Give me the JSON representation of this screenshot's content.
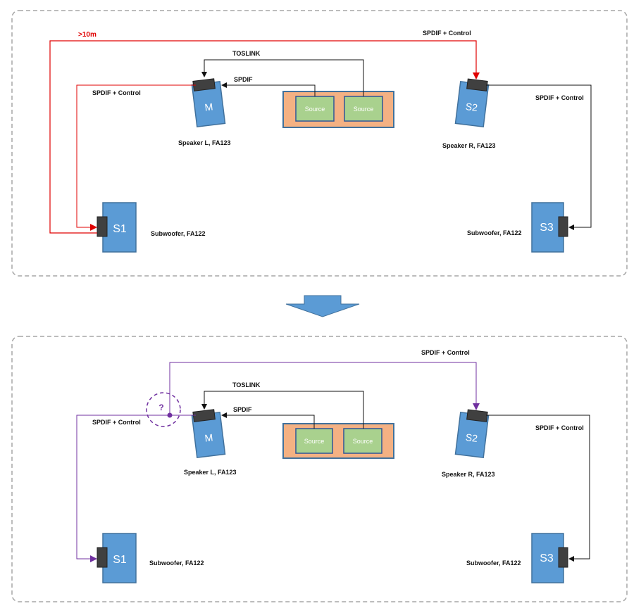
{
  "colors": {
    "panel_border": "#a6a6a6",
    "device_fill": "#5b9bd5",
    "device_stroke": "#41719c",
    "source_box_fill": "#f4b183",
    "source_fill": "#a9d18e",
    "connector": "#333333",
    "red_cable": "#e00000",
    "purple_cable": "#7030a0",
    "arrow_fill": "#5b9bd5"
  },
  "top": {
    "distance_label": ">10m",
    "toslink_label": "TOSLINK",
    "spdif_label": "SPDIF",
    "left_cable_label": "SPDIF + Control",
    "top_cable_label": "SPDIF + Control",
    "right_cable_label": "SPDIF + Control",
    "speaker_l_letter": "M",
    "speaker_l_caption": "Speaker L, FA123",
    "speaker_r_letter": "S2",
    "speaker_r_caption": "Speaker R, FA123",
    "sub_left_letter": "S1",
    "sub_left_caption": "Subwoofer, FA122",
    "sub_right_letter": "S3",
    "sub_right_caption": "Subwoofer, FA122",
    "source_1": "Source",
    "source_2": "Source"
  },
  "bottom": {
    "question": "?",
    "toslink_label": "TOSLINK",
    "spdif_label": "SPDIF",
    "left_cable_label": "SPDIF + Control",
    "top_cable_label": "SPDIF + Control",
    "right_cable_label": "SPDIF + Control",
    "speaker_l_letter": "M",
    "speaker_l_caption": "Speaker L, FA123",
    "speaker_r_letter": "S2",
    "speaker_r_caption": "Speaker R, FA123",
    "sub_left_letter": "S1",
    "sub_left_caption": "Subwoofer, FA122",
    "sub_right_letter": "S3",
    "sub_right_caption": "Subwoofer, FA122",
    "source_1": "Source",
    "source_2": "Source"
  }
}
